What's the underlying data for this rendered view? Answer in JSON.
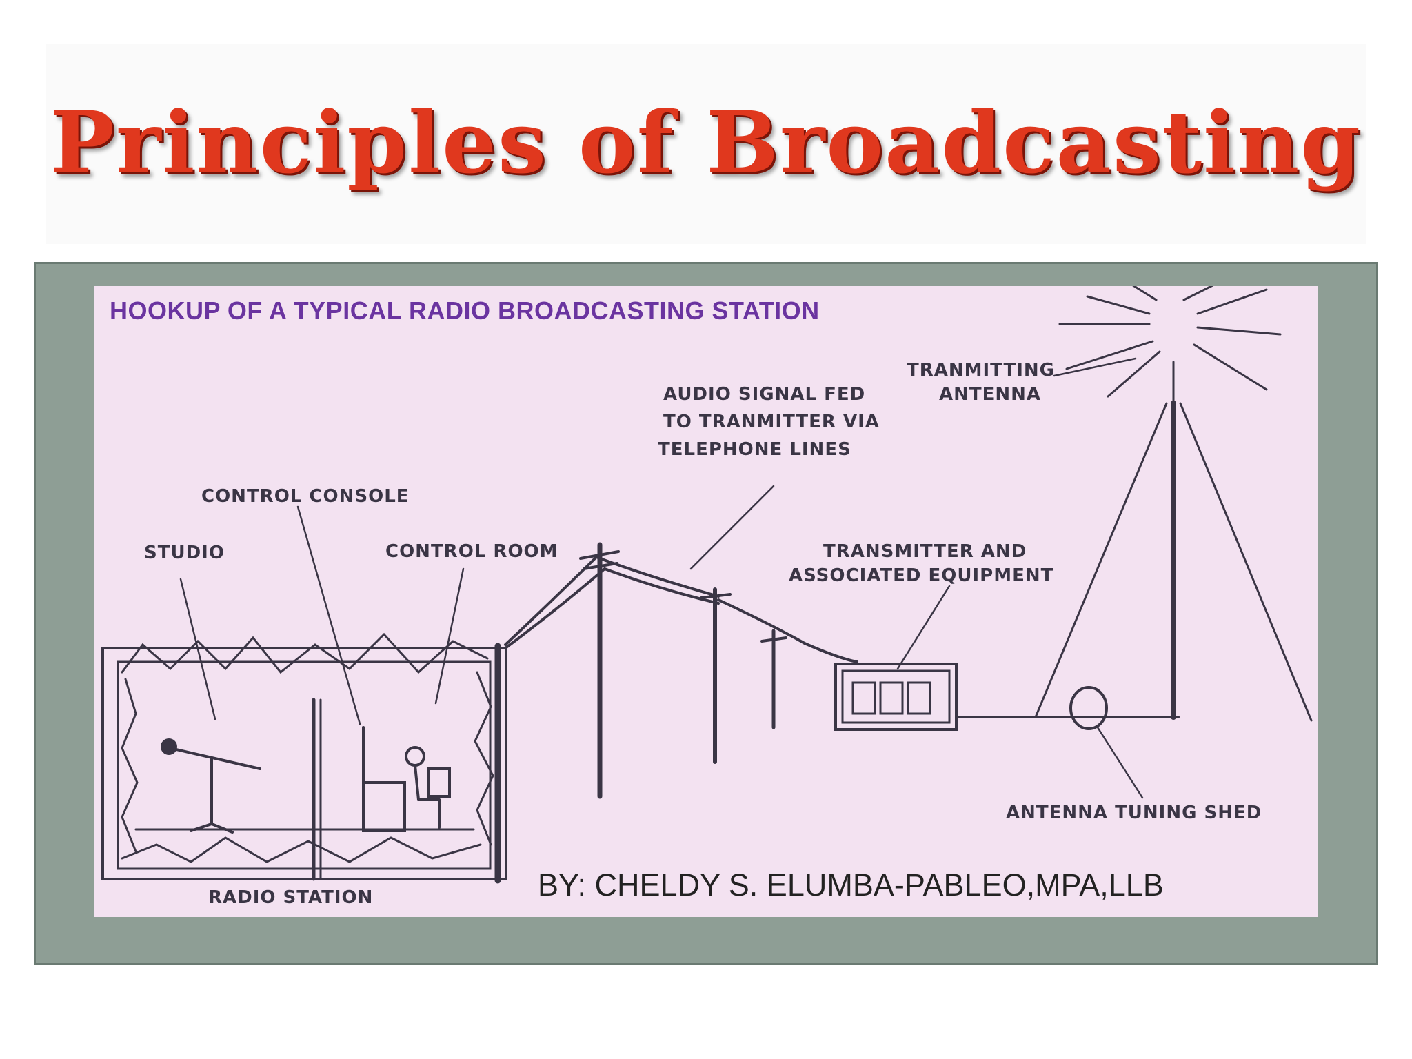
{
  "slide": {
    "title": "Principles of Broadcasting",
    "caption": "HOOKUP OF A TYPICAL RADIO BROADCASTING STATION",
    "author": "BY: CHELDY S. ELUMBA-PABLEO,MPA,LLB"
  },
  "diagram": {
    "labels": {
      "control_console": "CONTROL CONSOLE",
      "studio": "STUDIO",
      "control_room": "CONTROL ROOM",
      "radio_station": "RADIO STATION",
      "audio_signal_1": "AUDIO SIGNAL FED",
      "audio_signal_2": "TO TRANMITTER VIA",
      "audio_signal_3": "TELEPHONE LINES",
      "transmitting_1": "TRANMITTING",
      "transmitting_2": "ANTENNA",
      "transmitter_1": "TRANSMITTER AND",
      "transmitter_2": "ASSOCIATED EQUIPMENT",
      "tuning_shed": "ANTENNA TUNING SHED"
    }
  },
  "colors": {
    "title": "#e0381e",
    "caption": "#6a34a0",
    "frame": "#8e9e95",
    "photo_bg": "#f3e2f1"
  }
}
